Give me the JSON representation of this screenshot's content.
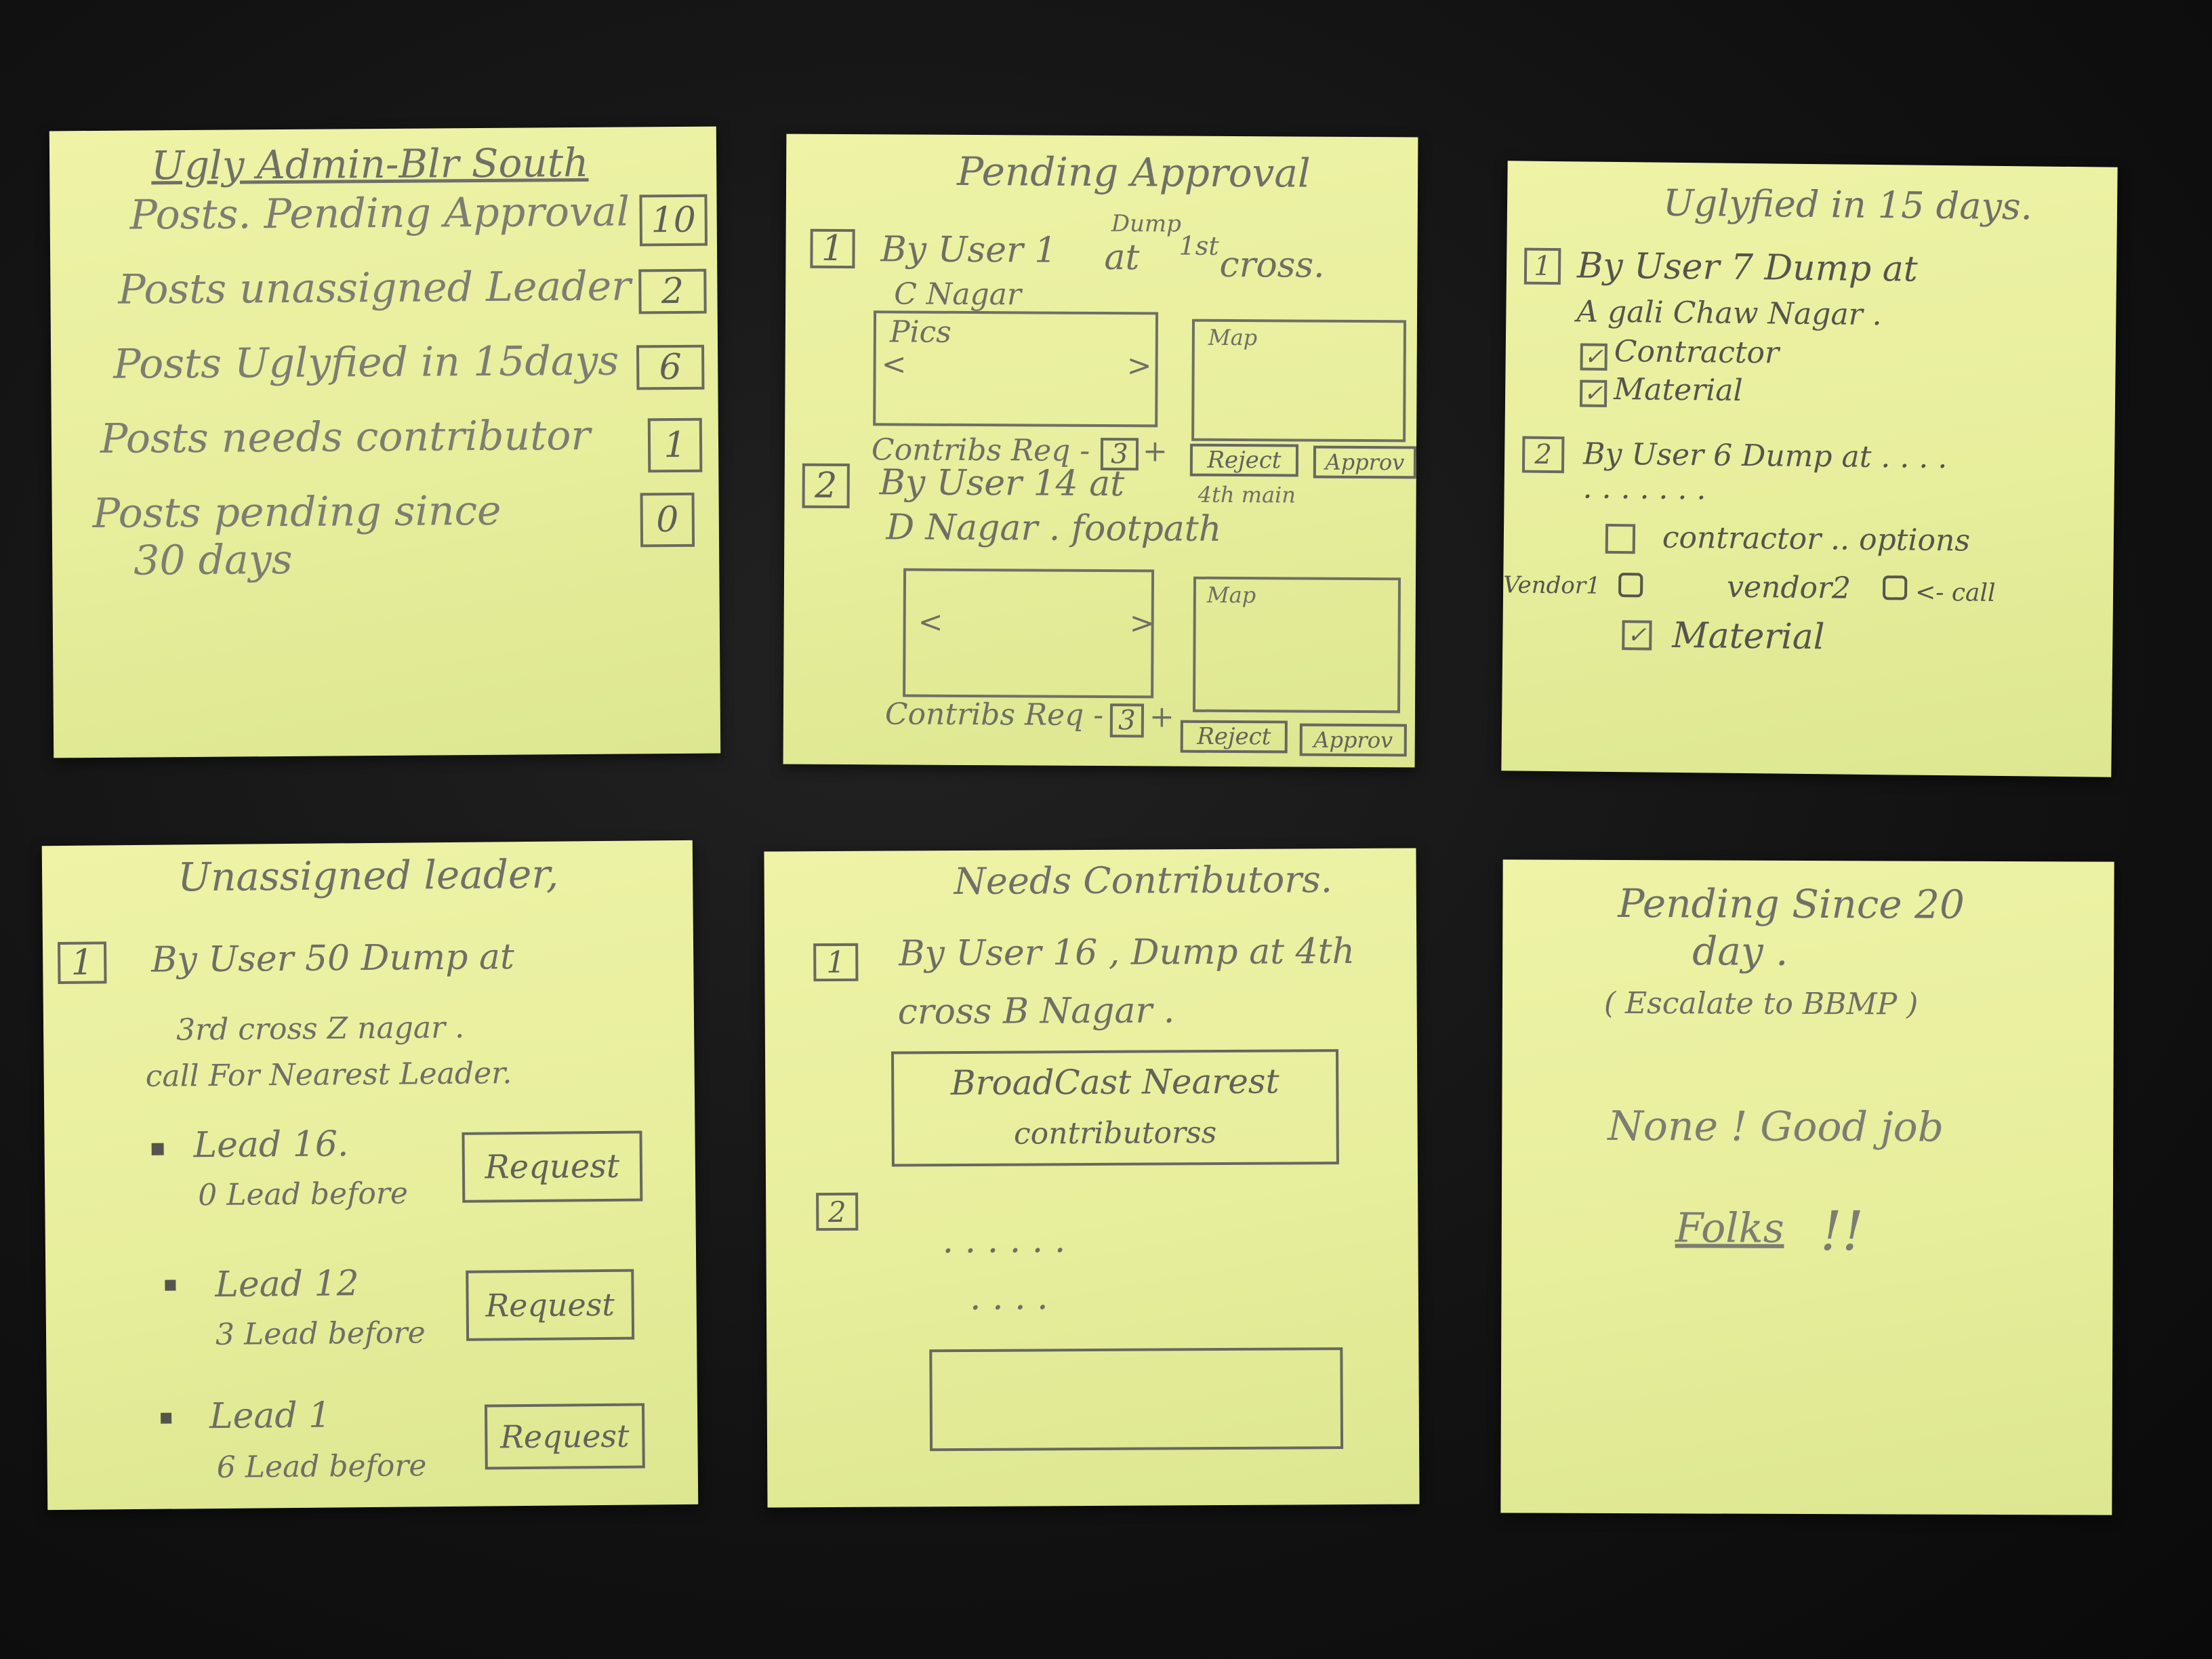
{
  "note1": {
    "title": "Ugly Admin-Blr South",
    "rows": [
      {
        "label": "Posts. Pending Approval",
        "count": "10"
      },
      {
        "label": "Posts unassigned Leader",
        "count": "2"
      },
      {
        "label": "Posts Uglyfied in 15days",
        "count": "6"
      },
      {
        "label": "Posts needs contributor",
        "count": "1"
      },
      {
        "label": "Posts pending since",
        "label2": "30 days",
        "count": "0"
      }
    ]
  },
  "note2": {
    "title": "Pending Approval",
    "item1": {
      "num": "1",
      "line1": "By User 1",
      "sup1": "Dump",
      "line1b": "at",
      "sup2": "1st",
      "line1c": "cross.",
      "line2": "C Nagar",
      "pics": "Pics",
      "map": "Map",
      "contrib": "Contribs Req -",
      "count": "3",
      "plus": "+",
      "reject": "Reject",
      "approve": "Approv"
    },
    "item2": {
      "num": "2",
      "line1": "By User 14 at",
      "sup": "4th main",
      "line2": "D Nagar . footpath",
      "map": "Map",
      "contrib": "Contribs Req -",
      "count": "3",
      "plus": "+",
      "reject": "Reject",
      "approve": "Approv"
    }
  },
  "note3": {
    "title": "Uglyfied in 15 days.",
    "item1": {
      "num": "1",
      "line1": "By User 7 Dump at",
      "line2": "A gali Chaw Nagar .",
      "opt1": "Contractor",
      "opt2": "Material"
    },
    "item2": {
      "num": "2",
      "line1": "By User 6  Dump at . . . .",
      "line2": ". . . . . . .",
      "opt1": "contractor .. options",
      "vendor1": "Vendor1",
      "vendor2": "vendor2",
      "call": "<- call",
      "opt2": "Material"
    }
  },
  "note4": {
    "title": "Unassigned leader,",
    "item": {
      "num": "1",
      "line1": "By User 50 Dump at",
      "line2": "3rd cross  Z nagar .",
      "line3": "call For Nearest Leader."
    },
    "leads": [
      {
        "name": "Lead 16.",
        "sub": "0 Lead before",
        "btn": "Request"
      },
      {
        "name": "Lead 12",
        "sub": "3 Lead before",
        "btn": "Request"
      },
      {
        "name": "Lead 1",
        "sub": "6 Lead before",
        "btn": "Request"
      }
    ]
  },
  "note5": {
    "title": "Needs Contributors.",
    "item1": {
      "num": "1",
      "line1": "By User 16 , Dump at 4th",
      "line2": "cross  B Nagar .",
      "btn_line1": "BroadCast Nearest",
      "btn_line2": "contributorss"
    },
    "item2": {
      "num": "2",
      "dots1": ". . . . . .",
      "dots2": ". . . ."
    }
  },
  "note6": {
    "title1": "Pending Since 20",
    "title2": "day .",
    "sub": "( Escalate to BBMP )",
    "msg1": "None !  Good job",
    "msg2": "Folks",
    "excl": "!!"
  }
}
